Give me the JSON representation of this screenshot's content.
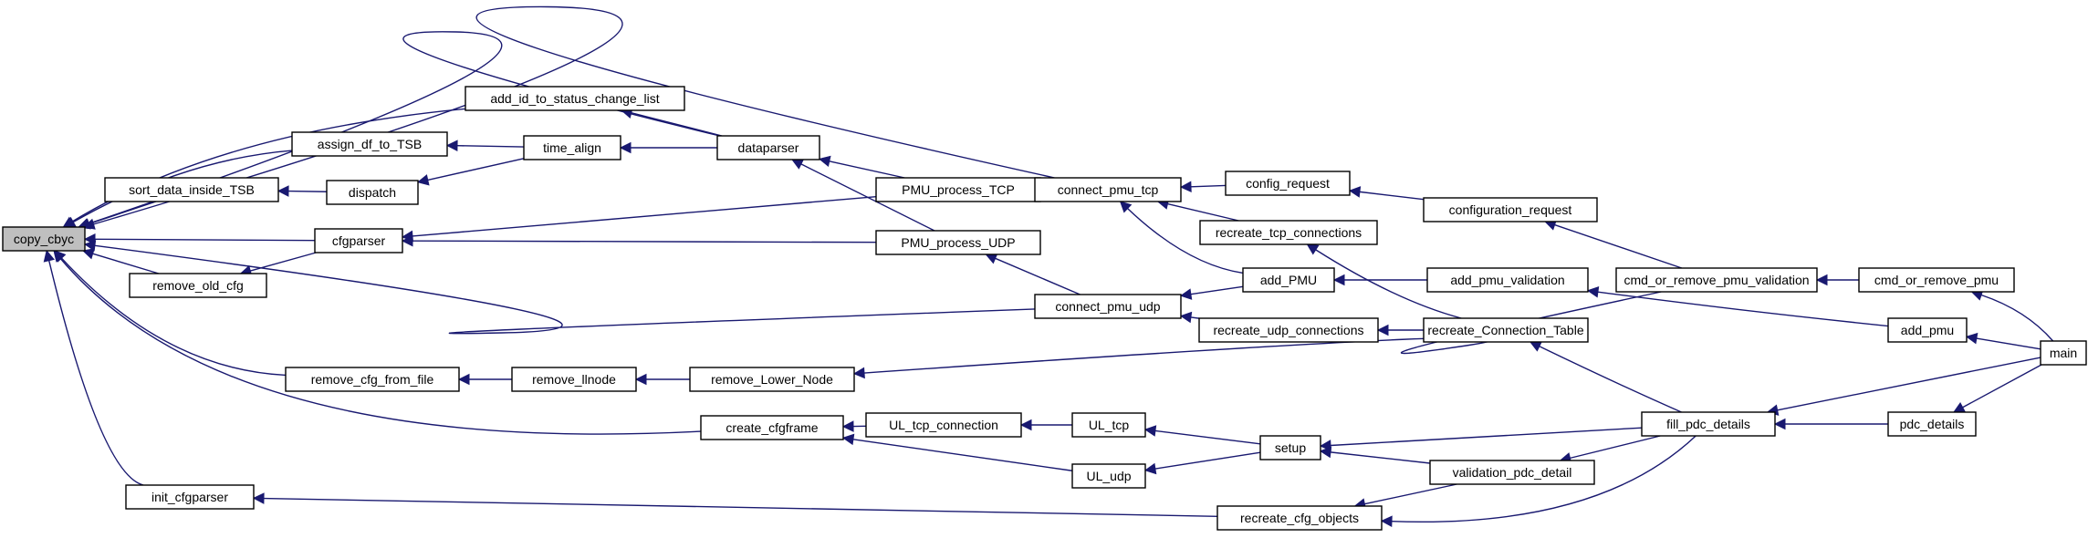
{
  "diagram": {
    "type": "call-graph",
    "nodes": {
      "copy_cbyc": "copy_cbyc",
      "sort_data_inside_TSB": "sort_data_inside_TSB",
      "remove_old_cfg": "remove_old_cfg",
      "init_cfgparser": "init_cfgparser",
      "assign_df_to_TSB": "assign_df_to_TSB",
      "dispatch": "dispatch",
      "cfgparser": "cfgparser",
      "remove_cfg_from_file": "remove_cfg_from_file",
      "add_id_to_status_change_list": "add_id_to_status_change_list",
      "time_align": "time_align",
      "remove_llnode": "remove_llnode",
      "dataparser": "dataparser",
      "remove_Lower_Node": "remove_Lower_Node",
      "create_cfgframe": "create_cfgframe",
      "PMU_process_TCP": "PMU_process_TCP",
      "PMU_process_UDP": "PMU_process_UDP",
      "UL_tcp_connection": "UL_tcp_connection",
      "connect_pmu_tcp": "connect_pmu_tcp",
      "connect_pmu_udp": "connect_pmu_udp",
      "UL_tcp": "UL_tcp",
      "UL_udp": "UL_udp",
      "config_request": "config_request",
      "recreate_tcp_connections": "recreate_tcp_connections",
      "add_PMU": "add_PMU",
      "recreate_udp_connections": "recreate_udp_connections",
      "setup": "setup",
      "recreate_cfg_objects": "recreate_cfg_objects",
      "configuration_request": "configuration_request",
      "add_pmu_validation": "add_pmu_validation",
      "recreate_Connection_Table": "recreate_Connection_Table",
      "validation_pdc_detail": "validation_pdc_detail",
      "cmd_or_remove_pmu_validation": "cmd_or_remove_pmu_validation",
      "fill_pdc_details": "fill_pdc_details",
      "cmd_or_remove_pmu": "cmd_or_remove_pmu",
      "add_pmu": "add_pmu",
      "pdc_details": "pdc_details",
      "main": "main"
    },
    "edges": [
      [
        "sort_data_inside_TSB",
        "copy_cbyc"
      ],
      [
        "remove_old_cfg",
        "copy_cbyc"
      ],
      [
        "init_cfgparser",
        "copy_cbyc"
      ],
      [
        "assign_df_to_TSB",
        "copy_cbyc"
      ],
      [
        "cfgparser",
        "copy_cbyc"
      ],
      [
        "remove_cfg_from_file",
        "copy_cbyc"
      ],
      [
        "add_id_to_status_change_list",
        "copy_cbyc"
      ],
      [
        "dataparser",
        "copy_cbyc"
      ],
      [
        "create_cfgframe",
        "copy_cbyc"
      ],
      [
        "connect_pmu_tcp",
        "copy_cbyc"
      ],
      [
        "connect_pmu_udp",
        "copy_cbyc"
      ],
      [
        "dispatch",
        "sort_data_inside_TSB"
      ],
      [
        "cfgparser",
        "remove_old_cfg"
      ],
      [
        "time_align",
        "assign_df_to_TSB"
      ],
      [
        "time_align",
        "dispatch"
      ],
      [
        "PMU_process_TCP",
        "cfgparser"
      ],
      [
        "PMU_process_UDP",
        "cfgparser"
      ],
      [
        "remove_llnode",
        "remove_cfg_from_file"
      ],
      [
        "dataparser",
        "add_id_to_status_change_list"
      ],
      [
        "dataparser",
        "time_align"
      ],
      [
        "remove_Lower_Node",
        "remove_llnode"
      ],
      [
        "PMU_process_TCP",
        "dataparser"
      ],
      [
        "PMU_process_UDP",
        "dataparser"
      ],
      [
        "cmd_or_remove_pmu_validation",
        "remove_Lower_Node"
      ],
      [
        "UL_tcp_connection",
        "create_cfgframe"
      ],
      [
        "UL_udp",
        "create_cfgframe"
      ],
      [
        "connect_pmu_tcp",
        "PMU_process_TCP"
      ],
      [
        "connect_pmu_udp",
        "PMU_process_UDP"
      ],
      [
        "UL_tcp",
        "UL_tcp_connection"
      ],
      [
        "config_request",
        "connect_pmu_tcp"
      ],
      [
        "recreate_tcp_connections",
        "connect_pmu_tcp"
      ],
      [
        "add_PMU",
        "connect_pmu_tcp"
      ],
      [
        "add_PMU",
        "connect_pmu_udp"
      ],
      [
        "recreate_udp_connections",
        "connect_pmu_udp"
      ],
      [
        "setup",
        "UL_tcp"
      ],
      [
        "setup",
        "UL_udp"
      ],
      [
        "configuration_request",
        "config_request"
      ],
      [
        "recreate_Connection_Table",
        "recreate_tcp_connections"
      ],
      [
        "add_pmu_validation",
        "add_PMU"
      ],
      [
        "recreate_Connection_Table",
        "recreate_udp_connections"
      ],
      [
        "fill_pdc_details",
        "setup"
      ],
      [
        "validation_pdc_detail",
        "setup"
      ],
      [
        "validation_pdc_detail",
        "recreate_cfg_objects"
      ],
      [
        "fill_pdc_details",
        "recreate_cfg_objects"
      ],
      [
        "recreate_cfg_objects",
        "init_cfgparser"
      ],
      [
        "cmd_or_remove_pmu_validation",
        "configuration_request"
      ],
      [
        "add_pmu",
        "add_pmu_validation"
      ],
      [
        "fill_pdc_details",
        "recreate_Connection_Table"
      ],
      [
        "fill_pdc_details",
        "validation_pdc_detail"
      ],
      [
        "cmd_or_remove_pmu",
        "cmd_or_remove_pmu_validation"
      ],
      [
        "main",
        "cmd_or_remove_pmu"
      ],
      [
        "main",
        "add_pmu"
      ],
      [
        "main",
        "fill_pdc_details"
      ],
      [
        "pdc_details",
        "fill_pdc_details"
      ],
      [
        "main",
        "pdc_details"
      ]
    ]
  }
}
